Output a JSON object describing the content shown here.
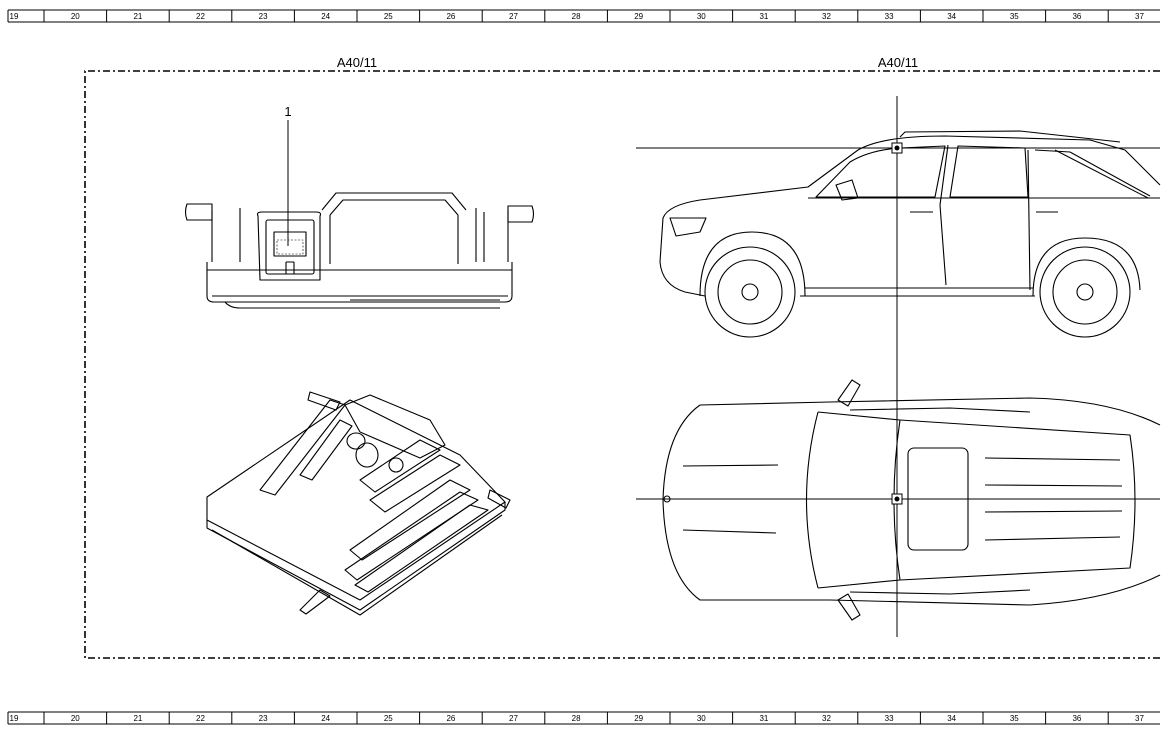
{
  "ruler": {
    "numbers": [
      "19",
      "20",
      "21",
      "22",
      "23",
      "24",
      "25",
      "26",
      "27",
      "28",
      "29",
      "30",
      "31",
      "32",
      "33",
      "34",
      "35",
      "36",
      "37"
    ]
  },
  "labels": {
    "component_left": "A40/11",
    "component_right": "A40/11",
    "callout_1": "1"
  },
  "colors": {
    "line": "#000000",
    "background": "#ffffff"
  },
  "icons": [
    "connector-pins-icon",
    "position-marker-icon"
  ]
}
